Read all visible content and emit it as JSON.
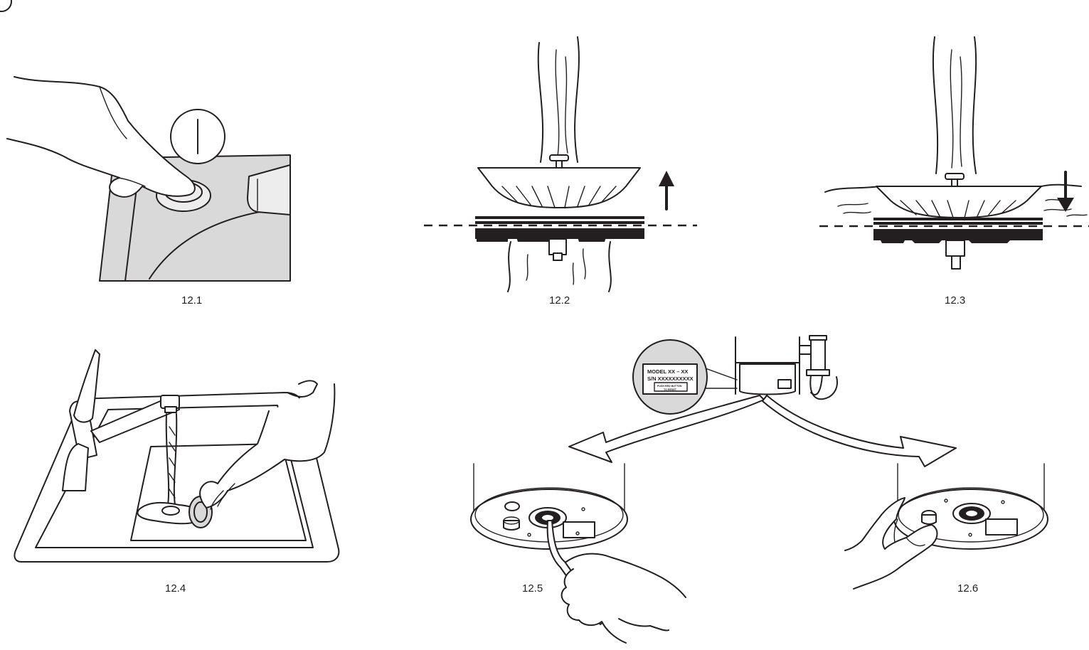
{
  "figures": [
    {
      "id": "12.1",
      "label": "12.1"
    },
    {
      "id": "12.2",
      "label": "12.2"
    },
    {
      "id": "12.3",
      "label": "12.3"
    },
    {
      "id": "12.4",
      "label": "12.4"
    },
    {
      "id": "12.5",
      "label": "12.5"
    },
    {
      "id": "12.6",
      "label": "12.6"
    }
  ],
  "model_plate": {
    "model_line": "MODEL  XX – XX",
    "serial_line": "S/N XXXXXXXXXX",
    "reset_line_1": "PUSH RED BUTTON",
    "reset_line_2": "TO RESET"
  },
  "colors": {
    "ink": "#231f20",
    "sink_surface": "#d9d9d9",
    "paper": "#ffffff"
  }
}
